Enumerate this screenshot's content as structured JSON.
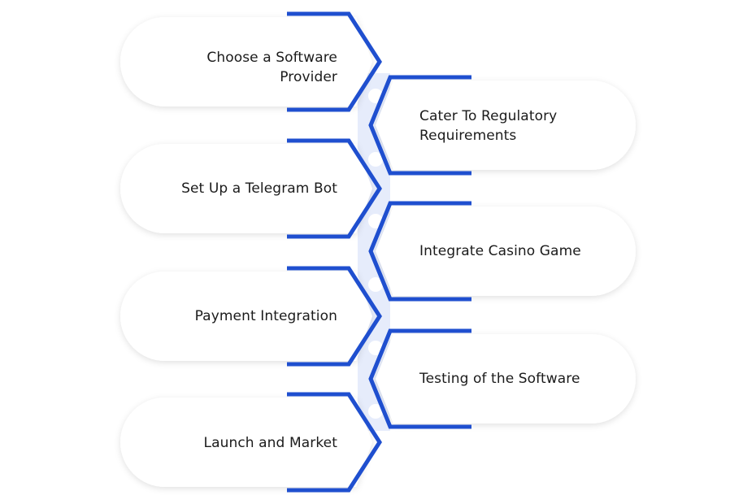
{
  "colors": {
    "accent": "#1f4fcf",
    "connector": "#e6ecfb",
    "pill_fill": "#ffffff",
    "text": "#1b1b1b"
  },
  "steps": [
    {
      "label": "Choose a Software Provider",
      "side": "left"
    },
    {
      "label": "Cater To Regulatory Requirements",
      "side": "right"
    },
    {
      "label": "Set Up a Telegram Bot",
      "side": "left"
    },
    {
      "label": "Integrate Casino Game",
      "side": "right"
    },
    {
      "label": "Payment Integration",
      "side": "left"
    },
    {
      "label": "Testing of the Software",
      "side": "right"
    },
    {
      "label": "Launch and Market",
      "side": "left"
    }
  ]
}
